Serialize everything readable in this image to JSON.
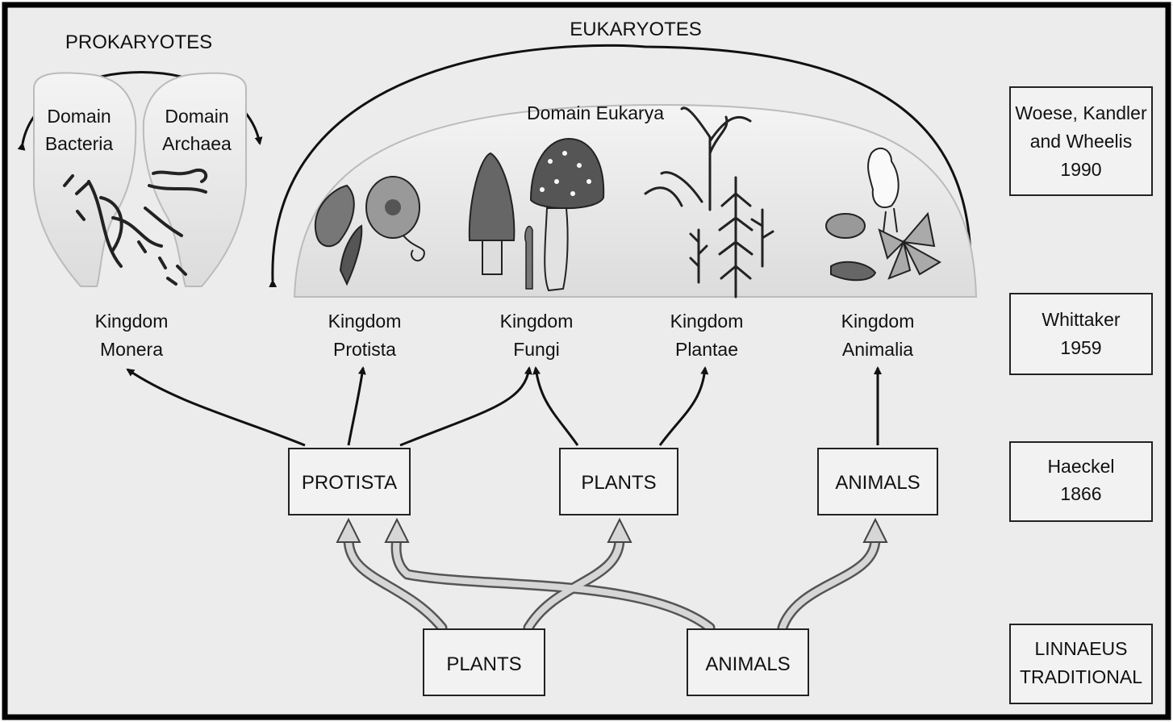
{
  "header": {
    "prokaryotes": "PROKARYOTES",
    "eukaryotes": "EUKARYOTES"
  },
  "domains": {
    "bacteria": [
      "Domain",
      "Bacteria"
    ],
    "archaea": [
      "Domain",
      "Archaea"
    ],
    "eukarya": "Domain Eukarya"
  },
  "kingdoms": [
    {
      "line1": "Kingdom",
      "line2": "Monera"
    },
    {
      "line1": "Kingdom",
      "line2": "Protista"
    },
    {
      "line1": "Kingdom",
      "line2": "Fungi"
    },
    {
      "line1": "Kingdom",
      "line2": "Plantae"
    },
    {
      "line1": "Kingdom",
      "line2": "Animalia"
    }
  ],
  "haeckel_boxes": [
    "PROTISTA",
    "PLANTS",
    "ANIMALS"
  ],
  "linnaeus_boxes": [
    "PLANTS",
    "ANIMALS"
  ],
  "systems": [
    {
      "lines": [
        "Woese, Kandler",
        "and Wheelis",
        "1990"
      ]
    },
    {
      "lines": [
        "Whittaker",
        "1959"
      ]
    },
    {
      "lines": [
        "Haeckel",
        "1866"
      ]
    },
    {
      "lines": [
        "LINNAEUS",
        "TRADITIONAL"
      ]
    }
  ]
}
